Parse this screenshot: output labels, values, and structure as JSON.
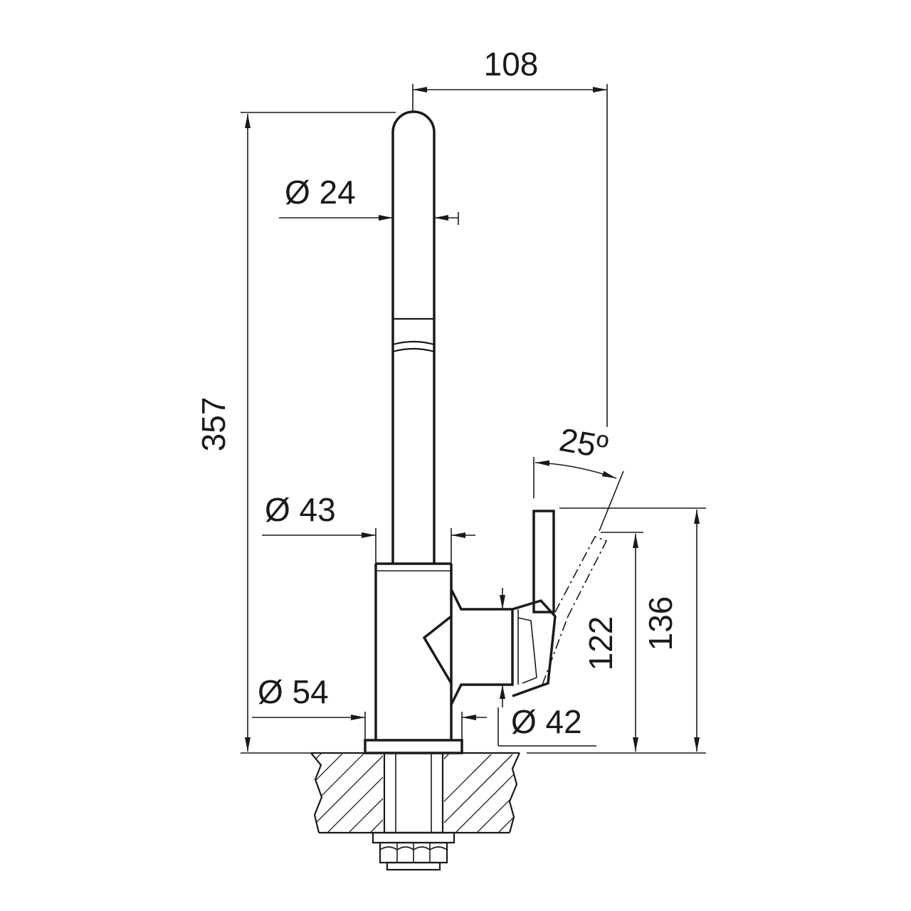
{
  "drawing": {
    "type": "technical-drawing",
    "subject": "faucet-side-elevation",
    "colors": {
      "ink": "#1a1a1a",
      "background": "#ffffff"
    },
    "dimensions": {
      "reach": "108",
      "total_height": "357",
      "spout_diameter": "Ø 24",
      "body_diameter": "Ø 43",
      "base_diameter": "Ø 54",
      "lever_diameter": "Ø 42",
      "lever_angle": "25º",
      "lever_height_low": "122",
      "lever_height_high": "136"
    }
  }
}
